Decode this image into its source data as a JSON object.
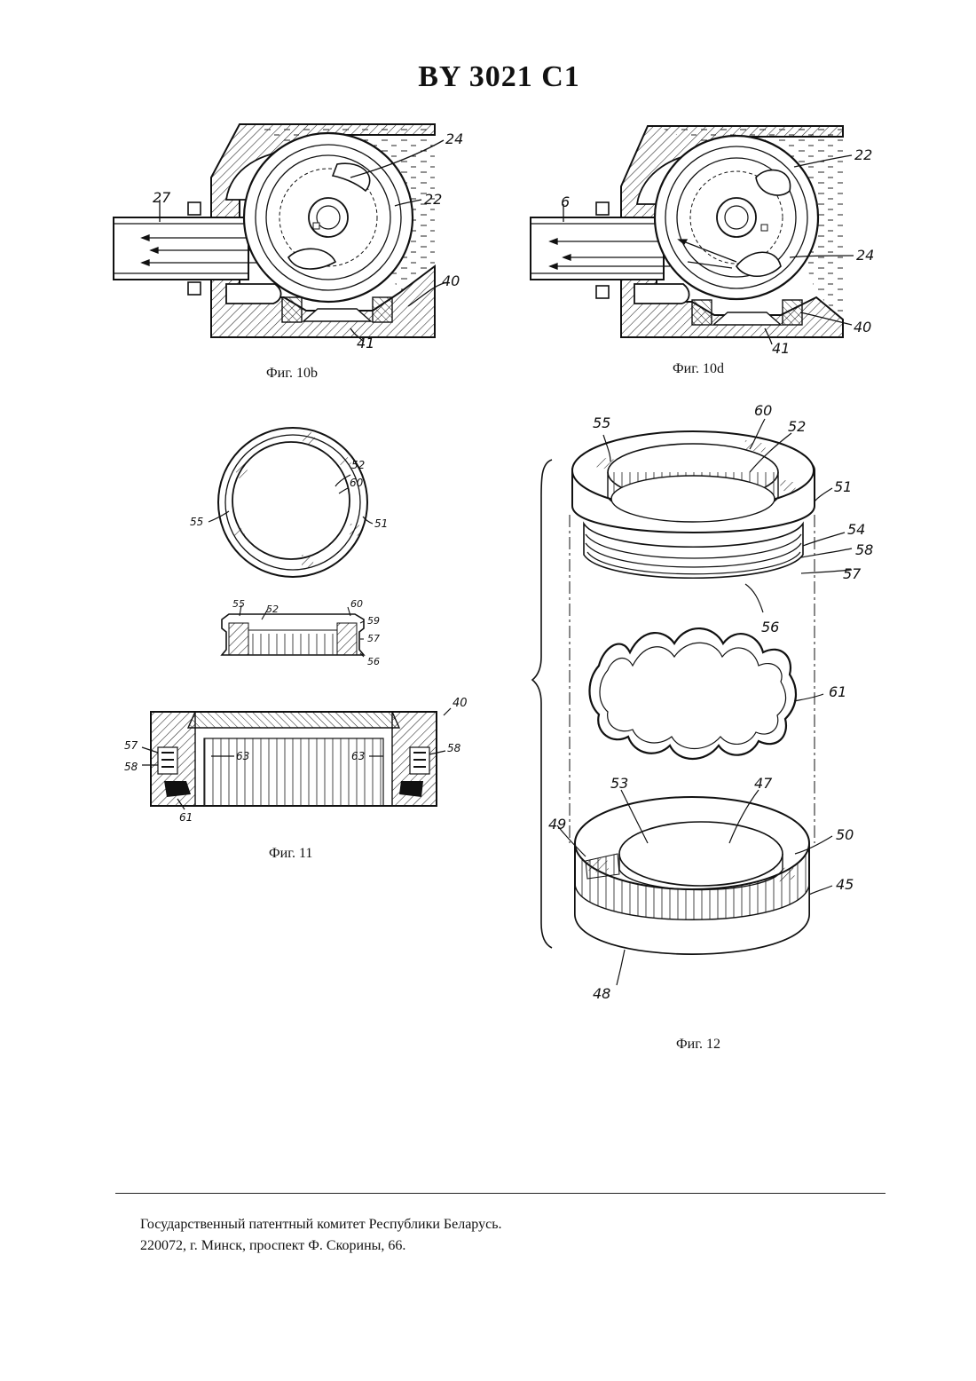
{
  "header": {
    "title": "BY 3021 C1"
  },
  "figures": [
    {
      "caption": "Фиг. 10b",
      "labels": [
        "24",
        "27",
        "22",
        "40",
        "41"
      ]
    },
    {
      "caption": "Фиг. 10d",
      "labels": [
        "6",
        "22",
        "24",
        "40",
        "41"
      ]
    },
    {
      "caption": "Фиг. 11",
      "labels": [
        "52",
        "60",
        "55",
        "51",
        "55",
        "52",
        "60",
        "59",
        "57",
        "56",
        "40",
        "57",
        "58",
        "63",
        "63",
        "58",
        "61"
      ]
    },
    {
      "caption": "Фиг. 12",
      "labels": [
        "55",
        "60",
        "52",
        "51",
        "54",
        "58",
        "57",
        "56",
        "61",
        "53",
        "47",
        "49",
        "50",
        "45",
        "48"
      ]
    }
  ],
  "footer": {
    "line1": "Государственный патентный комитет Республики Беларусь.",
    "line2": "220072, г. Минск, проспект Ф. Скорины, 66."
  }
}
